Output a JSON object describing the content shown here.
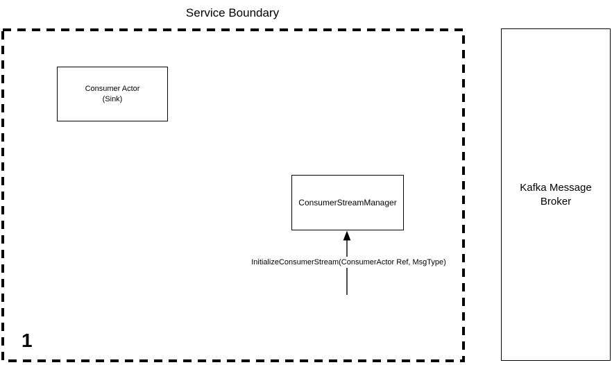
{
  "title": "Service Boundary",
  "boundary": {
    "index_label": "1"
  },
  "nodes": {
    "consumer_actor": {
      "label_line1": "Consumer Actor",
      "label_line2": "(Sink)"
    },
    "stream_manager": {
      "label": "ConsumerStreamManager"
    },
    "kafka_broker": {
      "label": "Kafka Message Broker"
    }
  },
  "messages": {
    "initialize_consumer_stream": {
      "label": "InitializeConsumerStream(ConsumerActor Ref, MsgType)"
    }
  },
  "colors": {
    "line": "#000000",
    "background": "#ffffff"
  }
}
